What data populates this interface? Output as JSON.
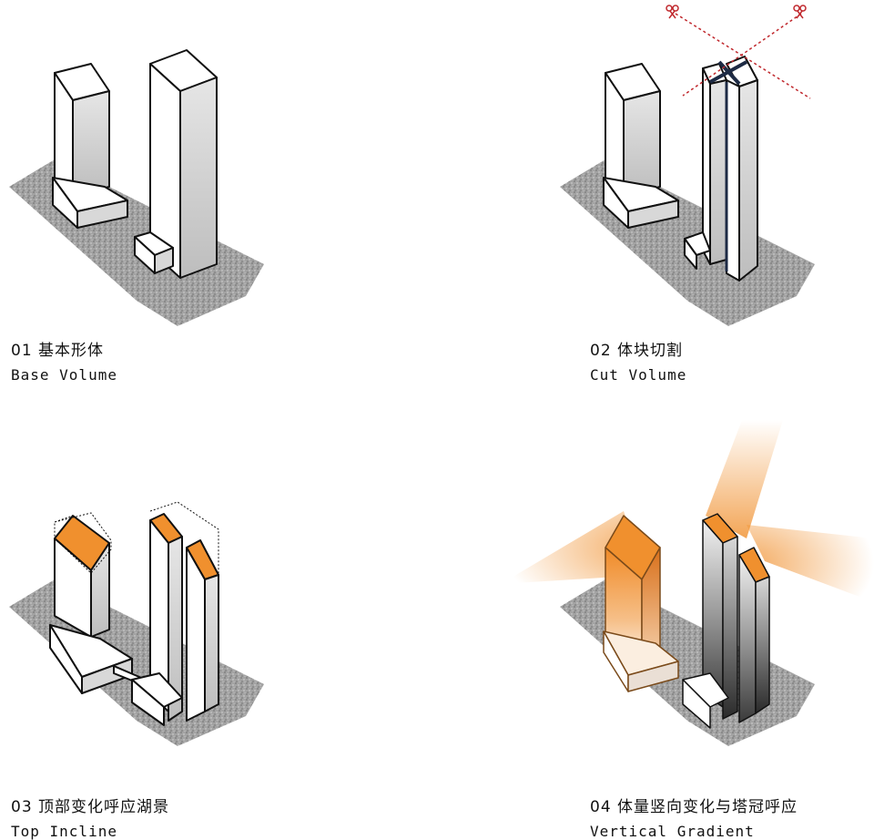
{
  "steps": [
    {
      "number": "01",
      "title_cn": "基本形体",
      "title_en": "Base Volume"
    },
    {
      "number": "02",
      "title_cn": "体块切割",
      "title_en": "Cut Volume"
    },
    {
      "number": "03",
      "title_cn": "顶部变化呼应湖景",
      "title_en": "Top Incline"
    },
    {
      "number": "04",
      "title_cn": "体量竖向变化与塔冠呼应",
      "title_en": "Vertical Gradient"
    }
  ],
  "colors": {
    "ground": "#9b9b9b",
    "building_face": "#ffffff",
    "building_side": "#cfcfcf",
    "outline": "#111111",
    "accent_orange": "#f0902e",
    "cut_line": "#c0282d"
  },
  "icons": [
    "scissors-icon"
  ]
}
